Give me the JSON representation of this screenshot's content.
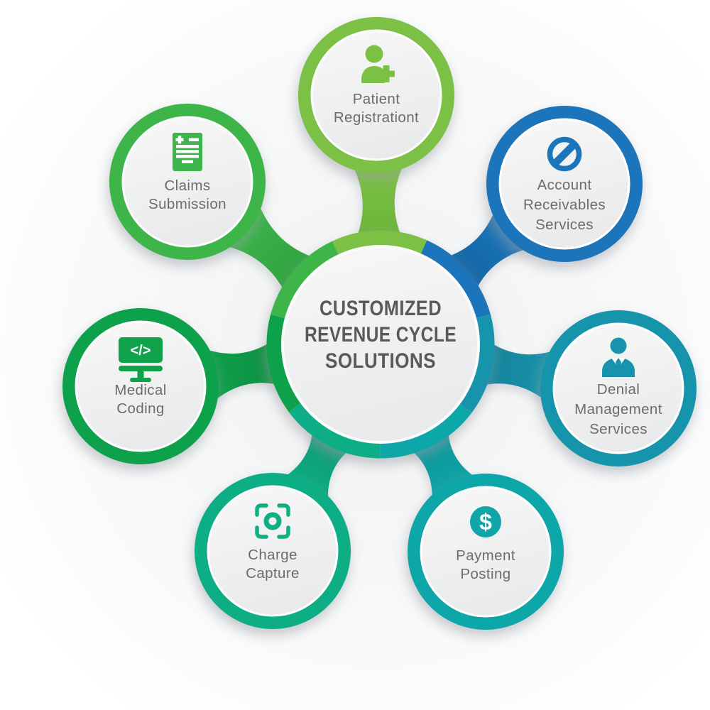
{
  "diagram_title": "Customized Revenue Cycle Solutions infographic",
  "title": {
    "lines": [
      "CUSTOMIZED",
      "REVENUE CYCLE",
      "SOLUTIONS"
    ],
    "text_color": "#58595b"
  },
  "label_text_color": "#6b6c6e",
  "background_color": "#ffffff",
  "nodes": [
    {
      "id": "patient-registration",
      "lines": [
        "Patient",
        "Registrationt"
      ],
      "color": "#7cc144",
      "color_dark": "#68b33a",
      "icon": "user-plus-icon"
    },
    {
      "id": "claims-submission",
      "lines": [
        "Claims",
        "Submission"
      ],
      "color": "#3cb54a",
      "color_dark": "#2f9e3e",
      "icon": "claim-form-icon"
    },
    {
      "id": "account-receivables-services",
      "lines": [
        "Account",
        "Receivables",
        "Services"
      ],
      "color": "#1b75bb",
      "color_dark": "#15639f",
      "icon": "block-icon"
    },
    {
      "id": "medical-coding",
      "lines": [
        "Medical",
        "Coding"
      ],
      "color": "#10a14b",
      "color_dark": "#0b8a3f",
      "icon": "code-monitor-icon",
      "glyph": "</>"
    },
    {
      "id": "denial-management-services",
      "lines": [
        "Denial",
        "Management",
        "Services"
      ],
      "color": "#1794ac",
      "color_dark": "#117f95",
      "icon": "businessman-icon"
    },
    {
      "id": "charge-capture",
      "lines": [
        "Charge",
        "Capture"
      ],
      "color": "#0fae85",
      "color_dark": "#0b9470",
      "icon": "focus-capture-icon"
    },
    {
      "id": "payment-posting",
      "lines": [
        "Payment",
        "Posting"
      ],
      "color": "#10a6a9",
      "color_dark": "#0c9093",
      "icon": "dollar-circle-icon",
      "glyph": "$"
    }
  ]
}
